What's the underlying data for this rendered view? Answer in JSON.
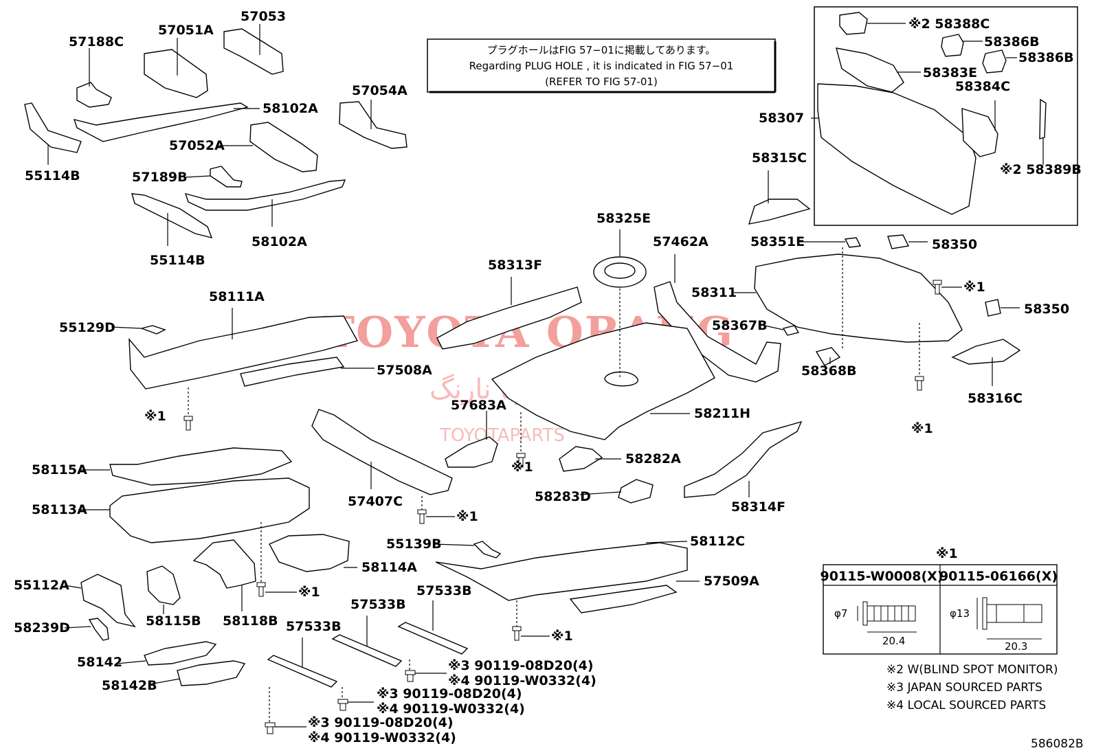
{
  "note_box": {
    "line1": "プラグホールはFIG 57−01に掲載してあります。",
    "line2": "Regarding  PLUG  HOLE , it is indicated in FIG  57−01",
    "line3": "(REFER TO FIG 57-01)"
  },
  "watermark": {
    "main": "TOYOTA ORANG",
    "farsi": "تویوتا نارنگ",
    "sub": "TOYOTAPARTS"
  },
  "parts": [
    {
      "label": "57188C"
    },
    {
      "label": "57051A"
    },
    {
      "label": "57053"
    },
    {
      "label": "58102A"
    },
    {
      "label": "57054A"
    },
    {
      "label": "57052A"
    },
    {
      "label": "55114B"
    },
    {
      "label": "57189B"
    },
    {
      "label": "55114B"
    },
    {
      "label": "58102A"
    },
    {
      "label": "58111A"
    },
    {
      "label": "55129D"
    },
    {
      "label": "57508A"
    },
    {
      "label": "58313F"
    },
    {
      "label": "58325E"
    },
    {
      "label": "57462A"
    },
    {
      "label": "58367B"
    },
    {
      "label": "58368B"
    },
    {
      "label": "58311"
    },
    {
      "label": "58351E"
    },
    {
      "label": "58350"
    },
    {
      "label": "58350"
    },
    {
      "label": "58316C"
    },
    {
      "label": "58211H"
    },
    {
      "label": "57683A"
    },
    {
      "label": "58282A"
    },
    {
      "label": "58283D"
    },
    {
      "label": "58314F"
    },
    {
      "label": "58115A"
    },
    {
      "label": "58113A"
    },
    {
      "label": "57407C"
    },
    {
      "label": "55139B"
    },
    {
      "label": "58112C"
    },
    {
      "label": "57509A"
    },
    {
      "label": "58114A"
    },
    {
      "label": "55112A"
    },
    {
      "label": "58239D"
    },
    {
      "label": "58115B"
    },
    {
      "label": "58118B"
    },
    {
      "label": "58142"
    },
    {
      "label": "58142B"
    },
    {
      "label": "57533B"
    },
    {
      "label": "57533B"
    },
    {
      "label": "57533B"
    },
    {
      "label": "58315C"
    },
    {
      "label": "58307"
    }
  ],
  "inset_parts": [
    {
      "label": "※2 58388C"
    },
    {
      "label": "58386B"
    },
    {
      "label": "58386B"
    },
    {
      "label": "58383E"
    },
    {
      "label": "58384C"
    },
    {
      "label": "※2 58389B"
    }
  ],
  "fastener_refs": [
    {
      "label": "※1"
    },
    {
      "label": "※1"
    },
    {
      "label": "※1"
    },
    {
      "label": "※1"
    },
    {
      "label": "※1"
    },
    {
      "label": "※1"
    },
    {
      "label": "※1"
    }
  ],
  "bolt_callouts": [
    {
      "line1": "※3 90119-08D20(4)",
      "line2": "※4 90119-W0332(4)"
    },
    {
      "line1": "※3 90119-08D20(4)",
      "line2": "※4 90119-W0332(4)"
    },
    {
      "line1": "※3 90119-08D20(4)",
      "line2": "※4 90119-W0332(4)"
    }
  ],
  "spec_table": {
    "title": "※1",
    "col1": "90115-W0008(X)",
    "col2": "90115-06166(X)",
    "dia1": "φ7",
    "len1": "20.4",
    "dia2": "φ13",
    "len2": "20.3"
  },
  "footnotes": [
    "※2 W(BLIND SPOT MONITOR)",
    "※3 JAPAN SOURCED PARTS",
    "※4 LOCAL SOURCED PARTS"
  ],
  "figure_code": "586082B"
}
